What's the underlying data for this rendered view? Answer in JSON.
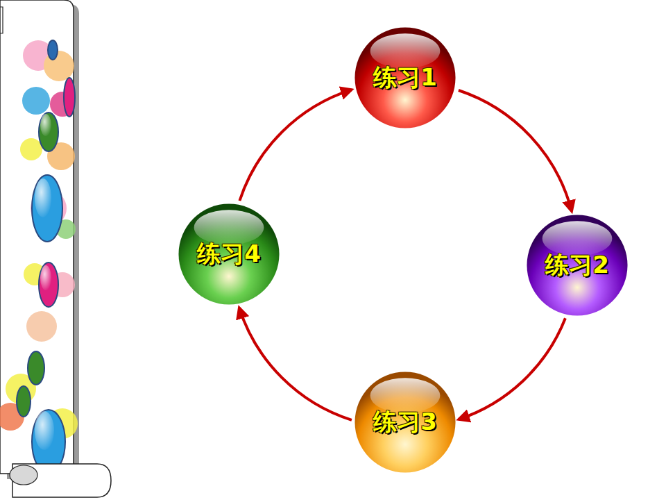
{
  "diagram": {
    "nodes": [
      {
        "text": [
          "练习1"
        ]
      },
      {
        "text": [
          "练习2"
        ]
      },
      {
        "text": [
          "练习3"
        ]
      },
      {
        "text": [
          "练习4"
        ]
      }
    ],
    "edges": [
      {
        "from": 0,
        "to": 1,
        "arrow": "to"
      },
      {
        "from": 1,
        "to": 2,
        "arrow": "to"
      },
      {
        "from": 2,
        "to": 3,
        "arrow": "to"
      },
      {
        "from": 3,
        "to": 0,
        "arrow": "to"
      }
    ]
  }
}
